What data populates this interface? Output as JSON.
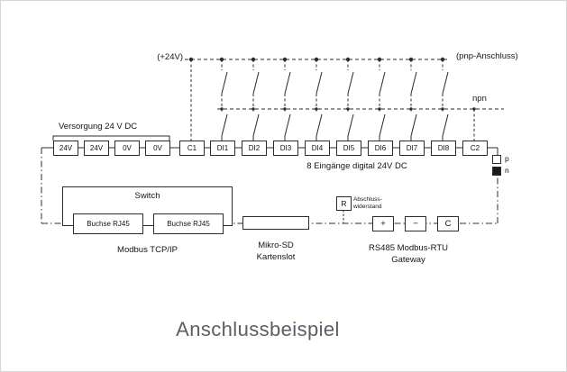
{
  "diagram": {
    "top_rail_label": "(+24V)",
    "pnp_label": "(pnp-Anschluss)",
    "npn_label": "npn",
    "supply_label": "Versorgung 24 V DC",
    "inputs_label": "8 Eingänge digital 24V DC",
    "terminals": [
      "24V",
      "24V",
      "0V",
      "0V",
      "C1",
      "DI1",
      "DI2",
      "DI3",
      "DI4",
      "DI5",
      "DI6",
      "DI7",
      "DI8",
      "C2"
    ],
    "mode": {
      "p": "p",
      "n": "n"
    },
    "switch": {
      "label": "Switch",
      "ports": [
        "Buchse RJ45",
        "Buchse RJ45"
      ],
      "caption": "Modbus TCP/IP"
    },
    "sd": {
      "caption_line1": "Mikro-SD",
      "caption_line2": "Kartenslot"
    },
    "resistor": {
      "label": "R",
      "caption_line1": "Abschluss-",
      "caption_line2": "widerstand"
    },
    "gateway": {
      "terminals": [
        "+",
        "−",
        "C"
      ],
      "caption_line1": "RS485 Modbus-RTU",
      "caption_line2": "Gateway"
    }
  },
  "title": "Anschlussbeispiel"
}
